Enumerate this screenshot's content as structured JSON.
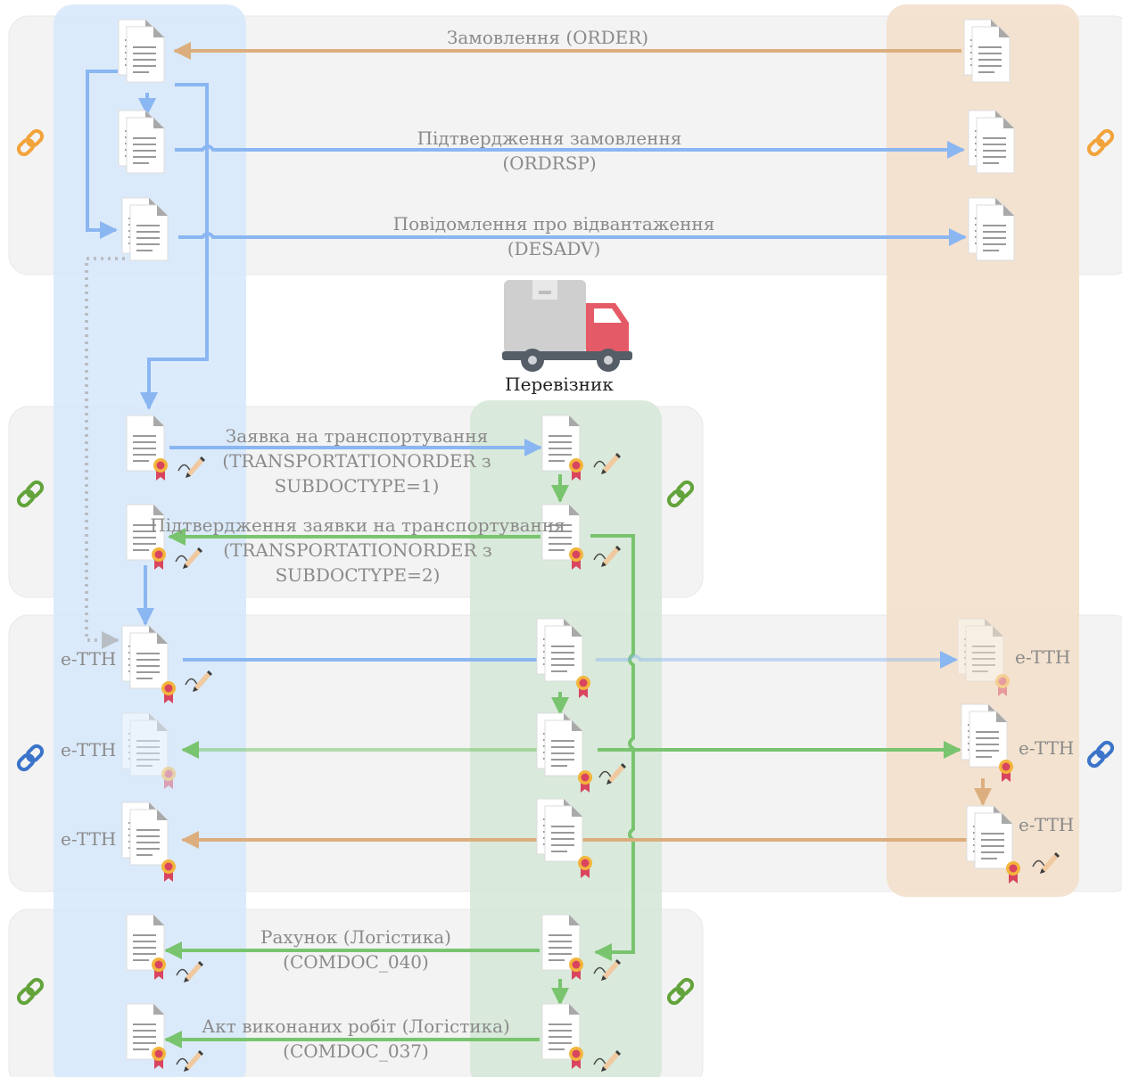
{
  "colors": {
    "blue": "#8ab6f2",
    "green": "#79c46f",
    "orange": "#dcae7e",
    "gray_dotted": "#b9bec6",
    "lane_blue": "#dde9f6",
    "lane_green": "#dbe8de",
    "lane_orange": "#f4e4d2",
    "band": "#f3f3f3",
    "label": "#8a8a8a",
    "carrier_label": "#222222"
  },
  "carrier": {
    "label": "Перевізник",
    "icon": "truck-icon"
  },
  "messages": {
    "order": "Замовлення (ORDER)",
    "ordrsp_1": "Підтвердження замовлення",
    "ordrsp_2": "(ORDRSP)",
    "desadv_1": "Повідомлення про відвантаження",
    "desadv_2": "(DESADV)",
    "to_1": "Заявка на транспортування",
    "to_2": "(TRANSPORTATIONORDER з",
    "to_3": "SUBDOCTYPE=1)",
    "toc_1": "Підтвердження заявки на транспортування",
    "toc_2": "(TRANSPORTATIONORDER з",
    "toc_3": "SUBDOCTYPE=2)",
    "invoice_1": "Рахунок (Логістика)",
    "invoice_2": "(COMDOC_040)",
    "act_1": "Акт виконаних робіт (Логістика)",
    "act_2": "(COMDOC_037)"
  },
  "ettn_label": "e-TTH",
  "icons": {
    "document": "document-icon",
    "seal": "seal-icon",
    "signature": "signature-pen-icon",
    "link": "chain-link-icon"
  }
}
